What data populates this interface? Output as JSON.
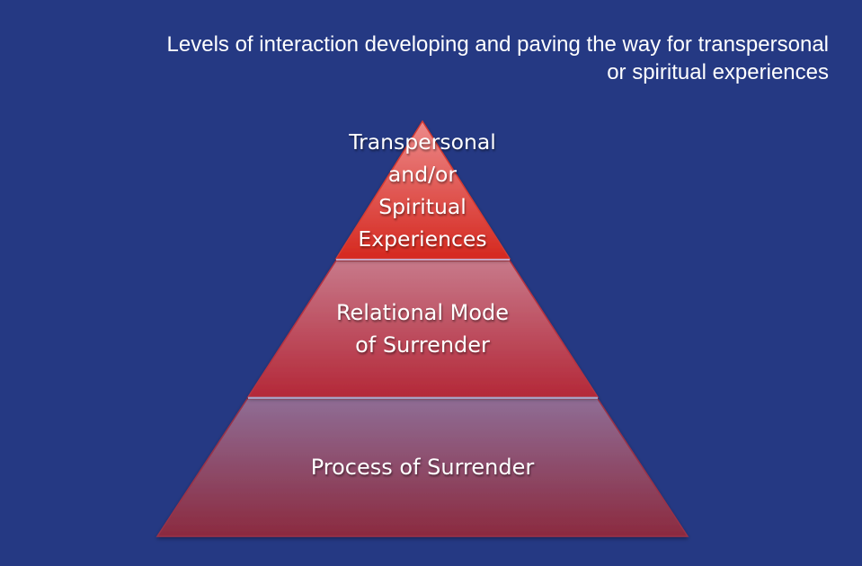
{
  "title": {
    "line1": "Levels of interaction developing and paving the way for transpersonal",
    "line2": "or spiritual experiences"
  },
  "pyramid": {
    "levels": [
      {
        "lines": [
          "Transpersonal",
          "and/or",
          "Spiritual",
          "Experiences"
        ],
        "color_top": "#ec8a8a",
        "color_bottom": "#d5281f"
      },
      {
        "lines": [
          "Relational Mode",
          "of Surrender"
        ],
        "color_top": "#c7798a",
        "color_bottom": "#b42838"
      },
      {
        "lines": [
          "Process of Surrender"
        ],
        "color_top": "#8f6d95",
        "color_bottom": "#8b2a3f"
      }
    ]
  },
  "colors": {
    "background": "#253983",
    "text": "#ffffff"
  }
}
